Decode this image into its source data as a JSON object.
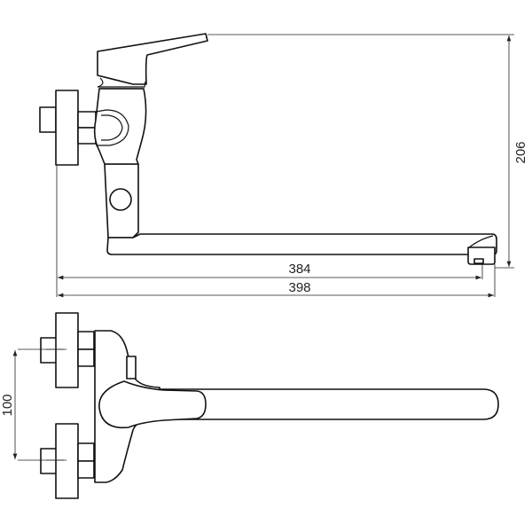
{
  "drawing": {
    "subject": "wall-mounted single-lever mixer faucet with long swivel spout",
    "views": [
      "side-view",
      "top-view"
    ],
    "units": "mm",
    "dimensions": {
      "height": "206",
      "spout_reach_outlet": "384",
      "overall_length": "398",
      "inlet_spacing": "100"
    },
    "line_color": "#111111",
    "background": "#ffffff"
  }
}
